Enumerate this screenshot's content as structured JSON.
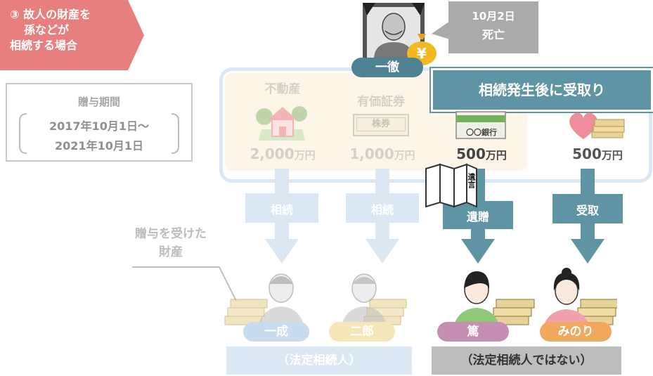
{
  "banner": {
    "line1": "③ 故人の財産を",
    "line2": "孫などが",
    "line3": "相続する場合",
    "color": "#e77f7f"
  },
  "gift_period": {
    "title": "贈与期間",
    "date_from": "2017年10月1日〜",
    "date_to": "2021年10月1日"
  },
  "deceased": {
    "name": "一徹",
    "death_date": "10月2日",
    "death_label": "死亡",
    "money_icon": "¥"
  },
  "receive_after": "相続発生後に受取り",
  "assets": [
    {
      "name": "不動産",
      "value": "2,000",
      "unit": "万円",
      "icon": "house-icon"
    },
    {
      "name": "有価証券",
      "value": "1,000",
      "unit": "万円",
      "icon": "stock-certificate-icon",
      "tag": "株券"
    },
    {
      "name": "",
      "value": "500",
      "unit": "万円",
      "icon": "bank-passbook-icon",
      "tag": "〇〇銀行"
    },
    {
      "name": "",
      "value": "500",
      "unit": "万円",
      "icon": "heart-money-icon"
    }
  ],
  "will_label": "遺言",
  "arrows": {
    "inherit1": "相続",
    "inherit2": "相続",
    "bequest": "遺贈",
    "receive": "受取"
  },
  "gift_property_label_1": "贈与を受けた",
  "gift_property_label_2": "財産",
  "heirs": [
    {
      "name": "一成",
      "color": "#c9dcef"
    },
    {
      "name": "二郎",
      "color": "#f7e6b9"
    },
    {
      "name": "篤",
      "color": "#c48fb3"
    },
    {
      "name": "みのり",
      "color": "#f0a85f"
    }
  ],
  "heirs_group_label": "（法定相続人）",
  "non_heirs_group_label": "（法定相続人ではない）",
  "colors": {
    "teal": "#5e94a3",
    "light_blue": "#dbe8f4",
    "gray": "#aaaaaa"
  }
}
